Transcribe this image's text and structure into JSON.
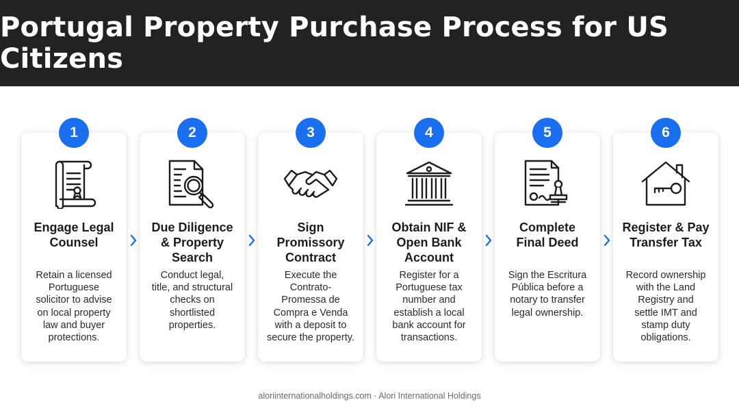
{
  "title": "Portugal Property Purchase Process for US Citizens",
  "accent_color": "#1a6ff0",
  "steps": [
    {
      "number": "1",
      "icon": "scroll-document-icon",
      "title_lines": [
        "Engage Legal",
        "Counsel"
      ],
      "desc_lines": [
        "Retain a licensed",
        "Portuguese",
        "solicitor to advise",
        "on local property",
        "law and buyer",
        "protections."
      ]
    },
    {
      "number": "2",
      "icon": "document-magnifier-icon",
      "title_lines": [
        "Due Diligence",
        "& Property",
        "Search"
      ],
      "desc_lines": [
        "Conduct legal,",
        "title, and structural",
        "checks on",
        "shortlisted",
        "properties."
      ]
    },
    {
      "number": "3",
      "icon": "handshake-icon",
      "title_lines": [
        "Sign",
        "Promissory",
        "Contract"
      ],
      "desc_lines": [
        "Execute the",
        "Contrato-",
        "Promessa de",
        "Compra e Venda",
        "with a deposit to",
        "secure the property."
      ]
    },
    {
      "number": "4",
      "icon": "bank-building-icon",
      "title_lines": [
        "Obtain NIF &",
        "Open Bank",
        "Account"
      ],
      "desc_lines": [
        "Register for a",
        "Portuguese tax",
        "number and",
        "establish a local",
        "bank account for",
        "transactions."
      ]
    },
    {
      "number": "5",
      "icon": "deed-stamp-icon",
      "title_lines": [
        "Complete",
        "Final Deed"
      ],
      "desc_lines": [
        "Sign the Escritura",
        "Pública before a",
        "notary to transfer",
        "legal ownership."
      ]
    },
    {
      "number": "6",
      "icon": "house-key-icon",
      "title_lines": [
        "Register & Pay",
        "Transfer Tax"
      ],
      "desc_lines": [
        "Record ownership",
        "with the Land",
        "Registry and",
        "settle IMT and",
        "stamp duty",
        "obligations."
      ]
    }
  ],
  "footer": "aloriinternationalholdings.com · Alori International Holdings"
}
